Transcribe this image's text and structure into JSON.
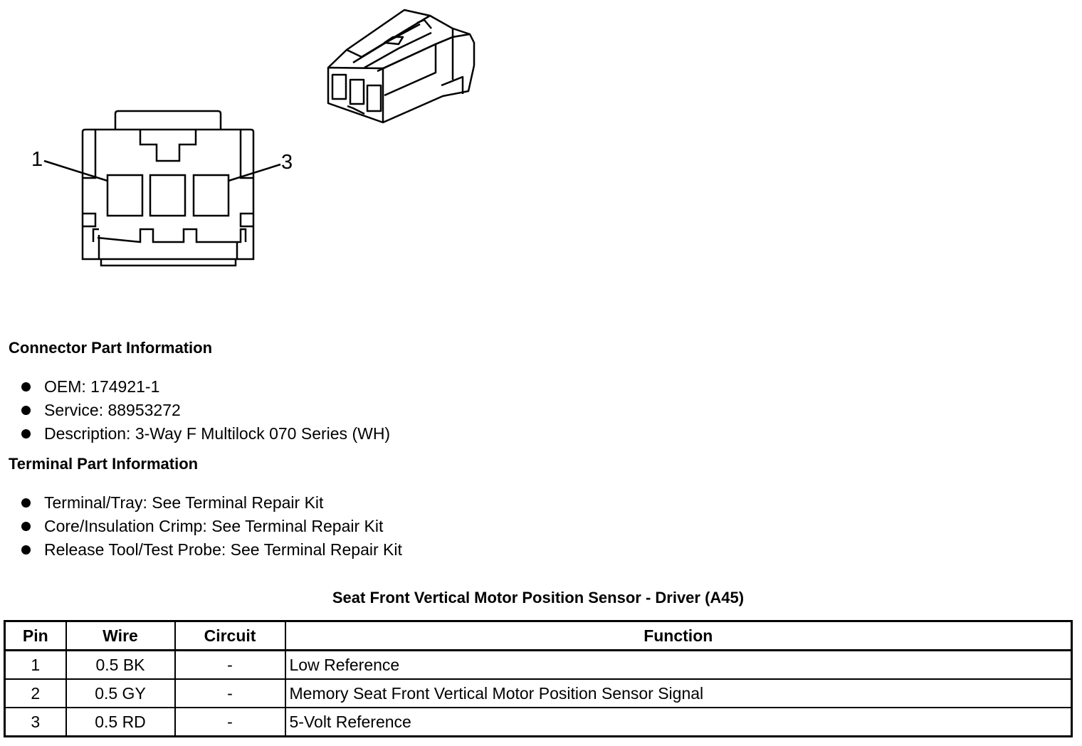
{
  "diagram": {
    "pin_left_label": "1",
    "pin_right_label": "3"
  },
  "connector_info": {
    "title": "Connector Part Information",
    "items": [
      "OEM: 174921-1",
      "Service: 88953272",
      "Description: 3-Way F Multilock 070 Series (WH)"
    ]
  },
  "terminal_info": {
    "title": "Terminal Part Information",
    "items": [
      "Terminal/Tray: See Terminal Repair Kit",
      "Core/Insulation Crimp: See Terminal Repair Kit",
      "Release Tool/Test Probe: See Terminal Repair Kit"
    ]
  },
  "table": {
    "title": "Seat Front Vertical Motor Position Sensor - Driver (A45)",
    "headers": [
      "Pin",
      "Wire",
      "Circuit",
      "Function"
    ],
    "rows": [
      [
        "1",
        "0.5 BK",
        "-",
        "Low Reference"
      ],
      [
        "2",
        "0.5 GY",
        "-",
        "Memory Seat Front Vertical Motor Position Sensor Signal"
      ],
      [
        "3",
        "0.5 RD",
        "-",
        "5-Volt Reference"
      ]
    ]
  }
}
